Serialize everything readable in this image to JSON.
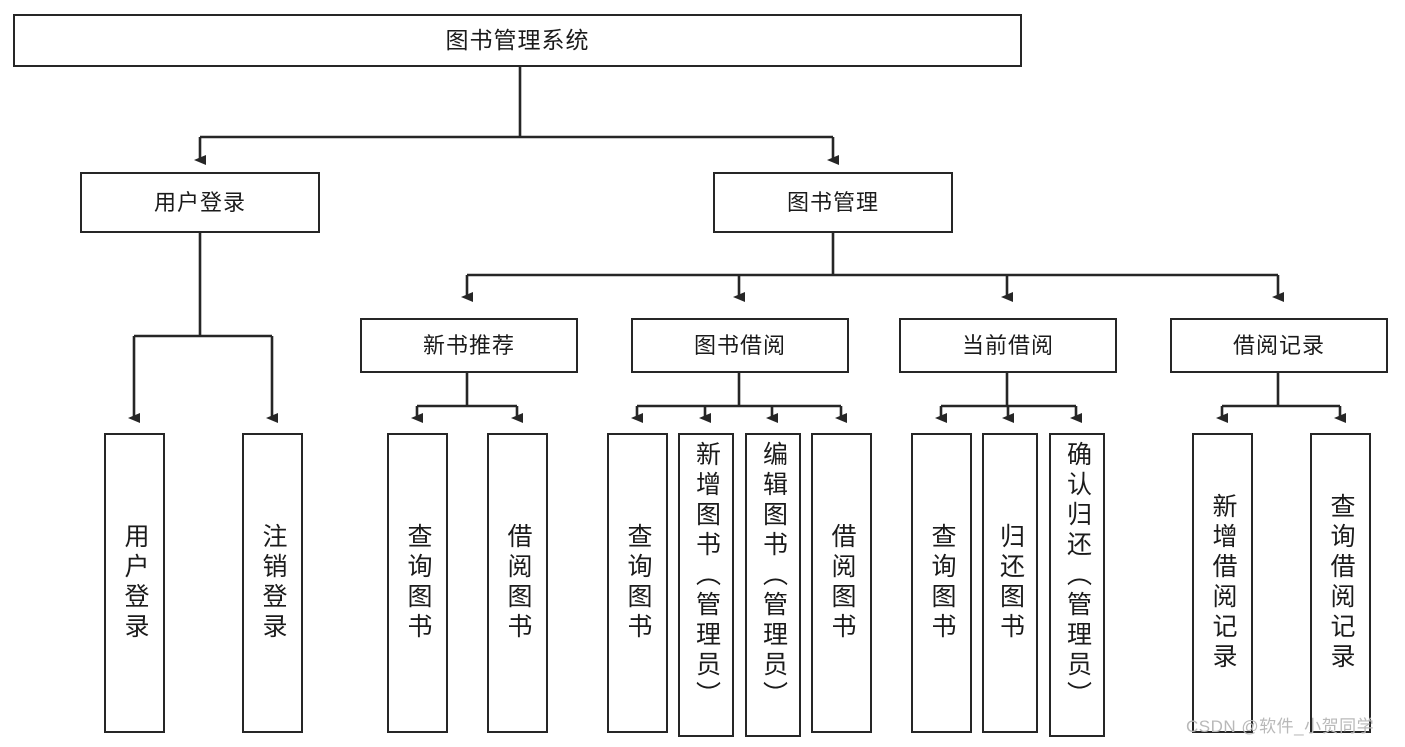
{
  "diagram": {
    "title": "图书管理系统",
    "type": "tree",
    "watermark": "CSDN @软件_小贺同学",
    "nodes": {
      "root": {
        "label": "图书管理系统"
      },
      "level1": [
        {
          "id": "user-login",
          "label": "用户登录"
        },
        {
          "id": "book-management",
          "label": "图书管理"
        }
      ],
      "level2": [
        {
          "id": "new-book-recommend",
          "label": "新书推荐"
        },
        {
          "id": "book-borrow",
          "label": "图书借阅"
        },
        {
          "id": "current-borrow",
          "label": "当前借阅"
        },
        {
          "id": "borrow-record",
          "label": "借阅记录"
        }
      ],
      "leaves": [
        {
          "id": "leaf-user-login",
          "label": "用户登录",
          "parent": "user-login"
        },
        {
          "id": "leaf-logout",
          "label": "注销登录",
          "parent": "user-login"
        },
        {
          "id": "leaf-query-book-1",
          "label": "查询图书",
          "parent": "new-book-recommend"
        },
        {
          "id": "leaf-borrow-book-1",
          "label": "借阅图书",
          "parent": "new-book-recommend"
        },
        {
          "id": "leaf-query-book-2",
          "label": "查询图书",
          "parent": "book-borrow"
        },
        {
          "id": "leaf-add-book",
          "label": "新增图书（管理员）",
          "parent": "book-borrow"
        },
        {
          "id": "leaf-edit-book",
          "label": "编辑图书（管理员）",
          "parent": "book-borrow"
        },
        {
          "id": "leaf-borrow-book-2",
          "label": "借阅图书",
          "parent": "book-borrow"
        },
        {
          "id": "leaf-query-book-3",
          "label": "查询图书",
          "parent": "current-borrow"
        },
        {
          "id": "leaf-return-book",
          "label": "归还图书",
          "parent": "current-borrow"
        },
        {
          "id": "leaf-confirm-return",
          "label": "确认归还（管理员）",
          "parent": "current-borrow"
        },
        {
          "id": "leaf-add-record",
          "label": "新增借阅记录",
          "parent": "borrow-record"
        },
        {
          "id": "leaf-query-record",
          "label": "查询借阅记录",
          "parent": "borrow-record"
        }
      ]
    },
    "colors": {
      "stroke": "#262626",
      "fill": "#ffffff",
      "text": "#1b1b1b",
      "watermark": "#b9b9b9"
    }
  }
}
